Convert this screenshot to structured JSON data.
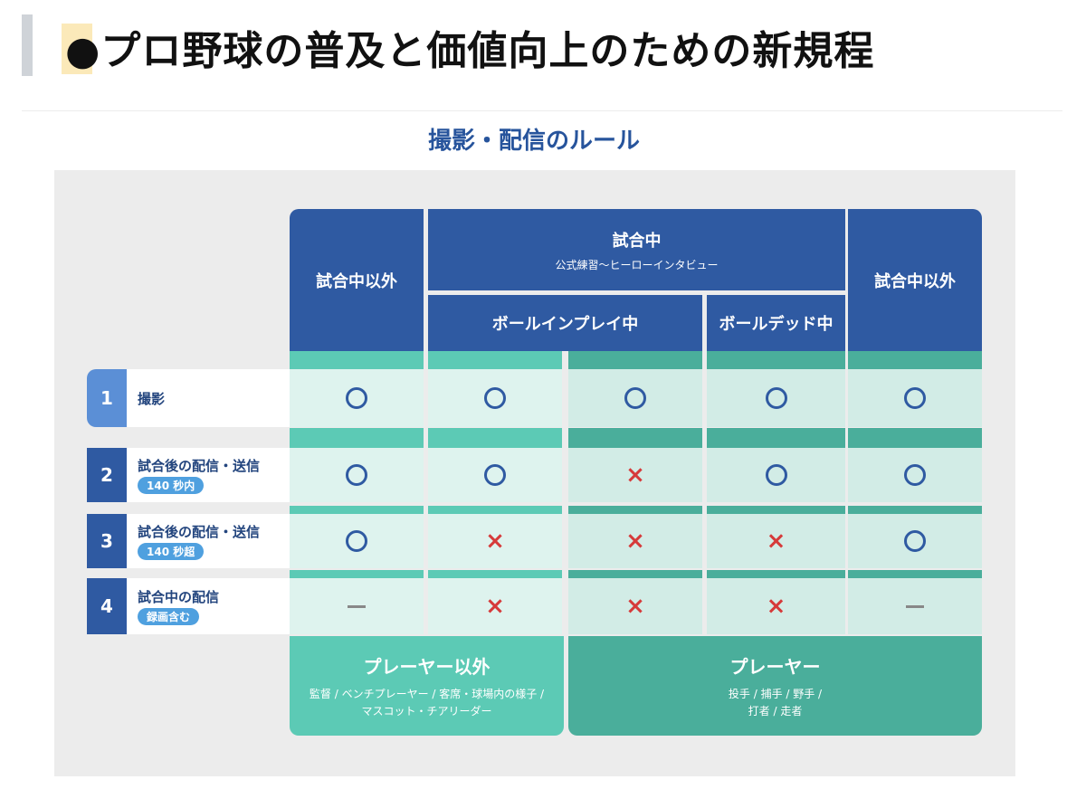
{
  "heading": {
    "bullet": "●",
    "title": "プロ野球の普及と価値向上のための新規程"
  },
  "subtitle": "撮影・配信のルール",
  "table": {
    "col_out_left": "試合中以外",
    "col_in_game": "試合中",
    "col_in_game_sub": "公式練習〜ヒーローインタビュー",
    "col_ball_in_play": "ボールインプレイ中",
    "col_ball_dead": "ボールデッド中",
    "col_out_right": "試合中以外",
    "rows": [
      {
        "num": "1",
        "label": "撮影",
        "tag": "",
        "marks": [
          "circle",
          "circle",
          "circle",
          "circle",
          "circle"
        ]
      },
      {
        "num": "2",
        "label": "試合後の配信・送信",
        "tag": "140 秒内",
        "marks": [
          "circle",
          "circle",
          "cross",
          "circle",
          "circle"
        ]
      },
      {
        "num": "3",
        "label": "試合後の配信・送信",
        "tag": "140 秒超",
        "marks": [
          "circle",
          "cross",
          "cross",
          "cross",
          "circle"
        ]
      },
      {
        "num": "4",
        "label": "試合中の配信",
        "tag": "録画含む",
        "marks": [
          "dash",
          "cross",
          "cross",
          "cross",
          "dash"
        ]
      }
    ],
    "mark_glyphs": {
      "cross": "×"
    },
    "footer_left": {
      "title": "プレーヤー以外",
      "line1": "監督 / ベンチプレーヤー / 客席・球場内の様子 /",
      "line2": "マスコット・チアリーダー"
    },
    "footer_right": {
      "title": "プレーヤー",
      "line1": "投手 / 捕手 / 野手 /",
      "line2": "打者 / 走者"
    }
  },
  "colors": {
    "header_blue": "#2f5aa2",
    "teal_light": "#5ccab5",
    "teal_dark": "#4aae9b",
    "cross_red": "#d63a3a"
  }
}
